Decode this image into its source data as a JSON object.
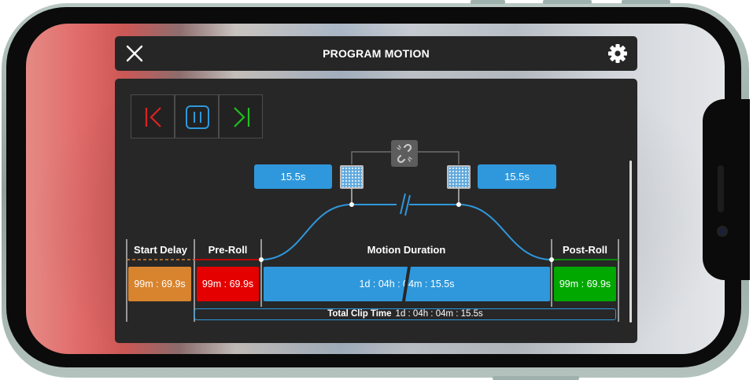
{
  "header": {
    "title": "PROGRAM MOTION",
    "close_icon": "close-icon",
    "settings_icon": "gear-icon"
  },
  "transport": {
    "buttons": [
      {
        "icon": "jump-to-start-icon",
        "color": "#e02020"
      },
      {
        "icon": "pause-icon",
        "color": "#2f98dc"
      },
      {
        "icon": "jump-to-end-icon",
        "color": "#1fbf1f"
      }
    ]
  },
  "ramps": {
    "left_value": "15.5s",
    "right_value": "15.5s",
    "link_icon": "unlink-icon",
    "break_icon": "timeline-break-icon"
  },
  "segments": {
    "start_delay": {
      "label": "Start Delay",
      "value": "99m : 69.9s",
      "color": "#d8842e"
    },
    "pre_roll": {
      "label": "Pre-Roll",
      "value": "99m : 69.9s",
      "color": "#e50000"
    },
    "motion_duration": {
      "label": "Motion Duration",
      "value": "1d : 04h : 04m : 15.5s",
      "color": "#2f98dc"
    },
    "post_roll": {
      "label": "Post-Roll",
      "value": "99m : 69.9s",
      "color": "#00a800"
    }
  },
  "total_clip": {
    "label": "Total Clip Time",
    "value": "1d : 04h : 04m : 15.5s"
  },
  "colors": {
    "accent": "#2f98dc",
    "panel_bg": "#272727"
  }
}
